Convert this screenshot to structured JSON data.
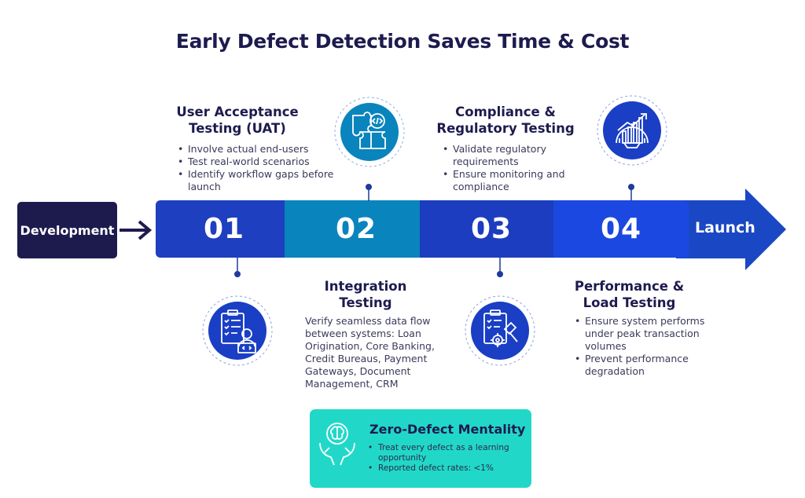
{
  "title": "Early Defect Detection Saves Time & Cost",
  "start_label": "Development",
  "end_label": "Launch",
  "stages": [
    {
      "number": "01",
      "heading_line1": "User Acceptance",
      "heading_line2": "Testing (UAT)",
      "bullets": [
        "Involve actual end-users",
        "Test real-world scenarios",
        "Identify workflow gaps before launch"
      ],
      "icon": "checklist-developer-icon"
    },
    {
      "number": "02",
      "heading_line1": "Integration",
      "heading_line2": "Testing",
      "paragraph": "Verify seamless data flow between systems: Loan Origination, Core Banking, Credit Bureaus, Payment Gateways, Document Management, CRM",
      "icon": "puzzle-code-icon"
    },
    {
      "number": "03",
      "heading_line1": "Compliance &",
      "heading_line2": "Regulatory Testing",
      "bullets": [
        "Validate regulatory requirements",
        "Ensure monitoring and compliance"
      ],
      "icon": "clipboard-gavel-gear-icon"
    },
    {
      "number": "04",
      "heading_line1": "Performance &",
      "heading_line2": "Load Testing",
      "bullets": [
        "Ensure system performs under peak transaction volumes",
        "Prevent performance degradation"
      ],
      "icon": "growth-chart-gear-icon"
    }
  ],
  "zero_defect": {
    "title": "Zero-Defect Mentality",
    "bullets": [
      "Treat every defect as a learning opportunity",
      "Reported defect rates: <1%"
    ],
    "icon": "brain-hands-icon"
  },
  "colors": {
    "navy": "#1d1b4e",
    "stage1": "#1e3fc0",
    "stage2": "#0a84bd",
    "stage3": "#1c3dbf",
    "stage4": "#1a48e0",
    "teal": "#21d8c8"
  }
}
